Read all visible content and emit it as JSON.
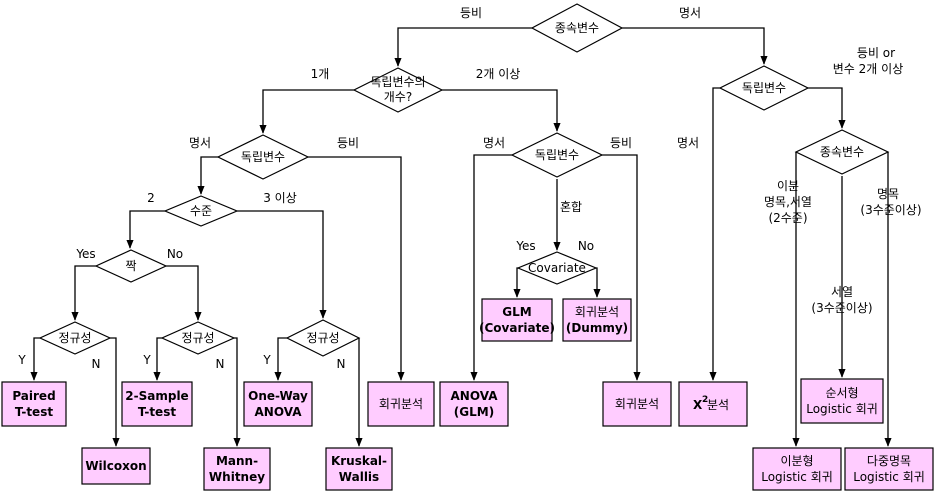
{
  "decisions": {
    "root": "종속변수",
    "iv_count_1": "독립변수의",
    "iv_count_2": "개수?",
    "left_iv": "독립변수",
    "level": "수준",
    "pair": "짝",
    "normal_a": "정규성",
    "normal_b": "정규성",
    "normal_c": "정규성",
    "mid_iv": "독립변수",
    "covariate": "Covariate",
    "right_iv": "독립변수",
    "right_dv": "종속변수"
  },
  "results": {
    "paired_1": "Paired",
    "paired_2": "T-test",
    "wilcoxon": "Wilcoxon",
    "two_sample_1": "2-Sample",
    "two_sample_2": "T-test",
    "mann_1": "Mann-",
    "mann_2": "Whitney",
    "oneway_1": "One-Way",
    "oneway_2": "ANOVA",
    "kruskal_1": "Kruskal-",
    "kruskal_2": "Wallis",
    "regression_left": "회귀분석",
    "anova_1": "ANOVA",
    "anova_2": "(GLM)",
    "glm_1": "GLM",
    "glm_2": "(Covariate)",
    "dummy_1": "회귀분석",
    "dummy_2": "(Dummy)",
    "regression_mid": "회귀분석",
    "chi_x": "X",
    "chi_sup": "2",
    "chi_rest": " 분석",
    "ordinal_1": "순서형",
    "ordinal_2": "Logistic 회귀",
    "binary_1": "이분형",
    "binary_2": "Logistic 회귀",
    "multi_1": "다중명목",
    "multi_2": "Logistic 회귀"
  },
  "labels": {
    "root_left": "등비",
    "root_right": "명서",
    "count_one": "1개",
    "count_two": "2개 이상",
    "left_iv_left": "명서",
    "left_iv_right": "등비",
    "level_two": "2",
    "level_three": "3 이상",
    "pair_yes": "Yes",
    "pair_no": "No",
    "na_y": "Y",
    "na_n": "N",
    "nb_y": "Y",
    "nb_n": "N",
    "nc_y": "Y",
    "nc_n": "N",
    "mid_left": "명서",
    "mid_right": "등비",
    "mid_mixed": "혼합",
    "cov_yes": "Yes",
    "cov_no": "No",
    "right_iv_left": "명서",
    "right_iv_right_1": "등비 or",
    "right_iv_right_2": "변수 2개 이상",
    "binary_nominal_1": "이분",
    "binary_nominal_2": "명목,서열",
    "binary_nominal_3": "(2수준)",
    "nominal_1": "명목",
    "nominal_2": "(3수준이상)",
    "ordinal_lbl_1": "서열",
    "ordinal_lbl_2": "(3수준이상)"
  }
}
